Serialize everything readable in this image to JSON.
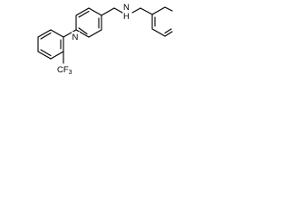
{
  "molecule": {
    "atoms": {
      "N_ring": "N",
      "N_amine": "N",
      "H_amine": "H",
      "CF3_label": "CF",
      "CF3_sub": "3"
    }
  }
}
